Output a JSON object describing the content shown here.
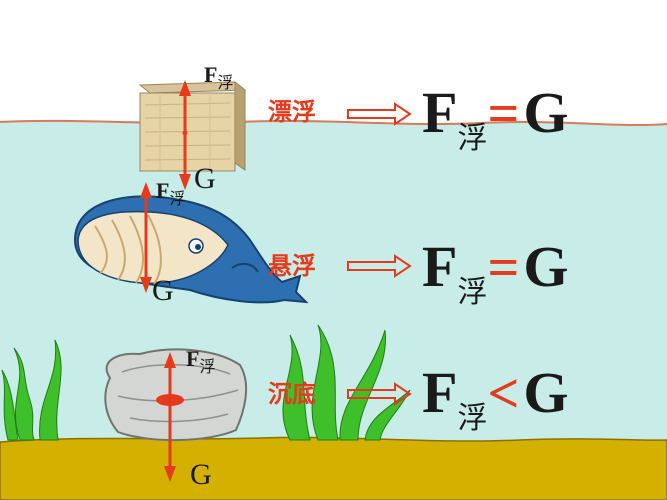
{
  "force_symbol": "F",
  "subscript": "浮",
  "gravity_symbol": "G",
  "rows": [
    {
      "state": "漂浮",
      "operator": "="
    },
    {
      "state": "悬浮",
      "operator": "="
    },
    {
      "state": "沉底",
      "operator": "<"
    }
  ],
  "colors": {
    "water": "#c8ece8",
    "waterline": "#d97a5a",
    "sand": "#d4b000",
    "accent": "#e53a1c",
    "seaweed": "#3fbf2a",
    "whale": "#2d6fb0"
  }
}
